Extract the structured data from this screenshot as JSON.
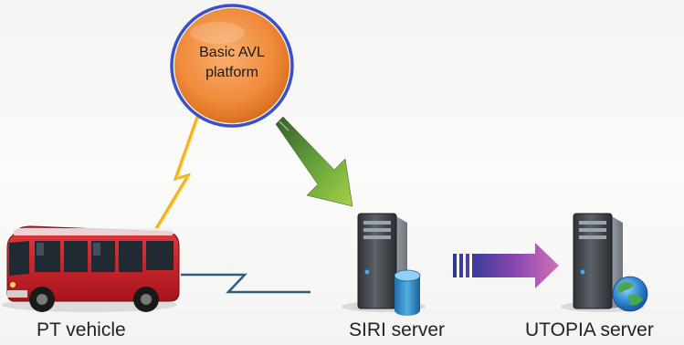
{
  "nodes": {
    "avl_platform": {
      "label_line1": "Basic AVL",
      "label_line2": "platform"
    },
    "pt_vehicle": {
      "label": "PT vehicle"
    },
    "siri_server": {
      "label": "SIRI server"
    },
    "utopia_server": {
      "label": "UTOPIA server"
    }
  },
  "colors": {
    "avl_circle": "#f0903c",
    "avl_ring": "#3a50c8",
    "avl_to_siri_arrow": "#7ab338",
    "siri_to_utopia_arrow": "#a64fb4",
    "wireless_link_vehicle_avl": "#f2b219",
    "wireless_link_vehicle_siri": "#2e5e7a",
    "bus_body": "#cc2128"
  }
}
